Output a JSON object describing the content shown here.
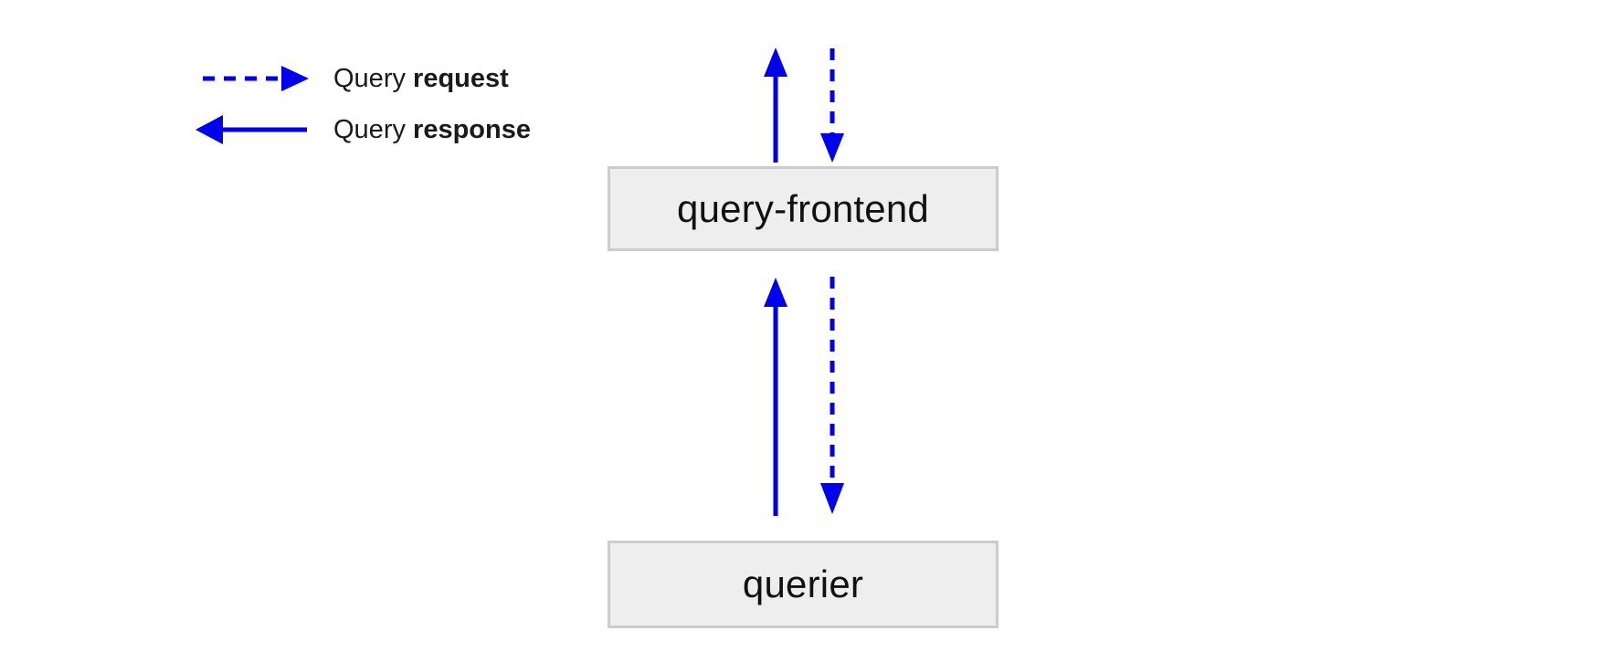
{
  "diagram": {
    "title": "query-frontend and querier request/response flow",
    "background_color": "#ffffff",
    "accent_color": "#0000ee",
    "node_fill_color": "#eeeeee",
    "node_border_color": "#cccccc",
    "text_color": "#111111"
  },
  "legend": {
    "items": [
      {
        "glyph": "dashed-right-arrow-icon",
        "line_style": "dashed",
        "direction": "right",
        "color": "#0000ee",
        "prefix": "Query ",
        "emphasis": "request",
        "full_label": "Query request"
      },
      {
        "glyph": "solid-left-arrow-icon",
        "line_style": "solid",
        "direction": "left",
        "color": "#0000ee",
        "prefix": "Query ",
        "emphasis": "response",
        "full_label": "Query response"
      }
    ]
  },
  "nodes": [
    {
      "id": "query-frontend",
      "label": "query-frontend"
    },
    {
      "id": "querier",
      "label": "querier"
    }
  ],
  "edges": [
    {
      "id": "inbound-request",
      "kind": "request",
      "line_style": "dashed",
      "direction": "down",
      "from": "client",
      "to": "query-frontend",
      "color": "#0000ee"
    },
    {
      "id": "outbound-response",
      "kind": "response",
      "line_style": "solid",
      "direction": "up",
      "from": "query-frontend",
      "to": "client",
      "color": "#0000ee"
    },
    {
      "id": "frontend-to-querier-request",
      "kind": "request",
      "line_style": "dashed",
      "direction": "down",
      "from": "query-frontend",
      "to": "querier",
      "color": "#0000ee"
    },
    {
      "id": "querier-to-frontend-response",
      "kind": "response",
      "line_style": "solid",
      "direction": "up",
      "from": "querier",
      "to": "query-frontend",
      "color": "#0000ee"
    }
  ]
}
